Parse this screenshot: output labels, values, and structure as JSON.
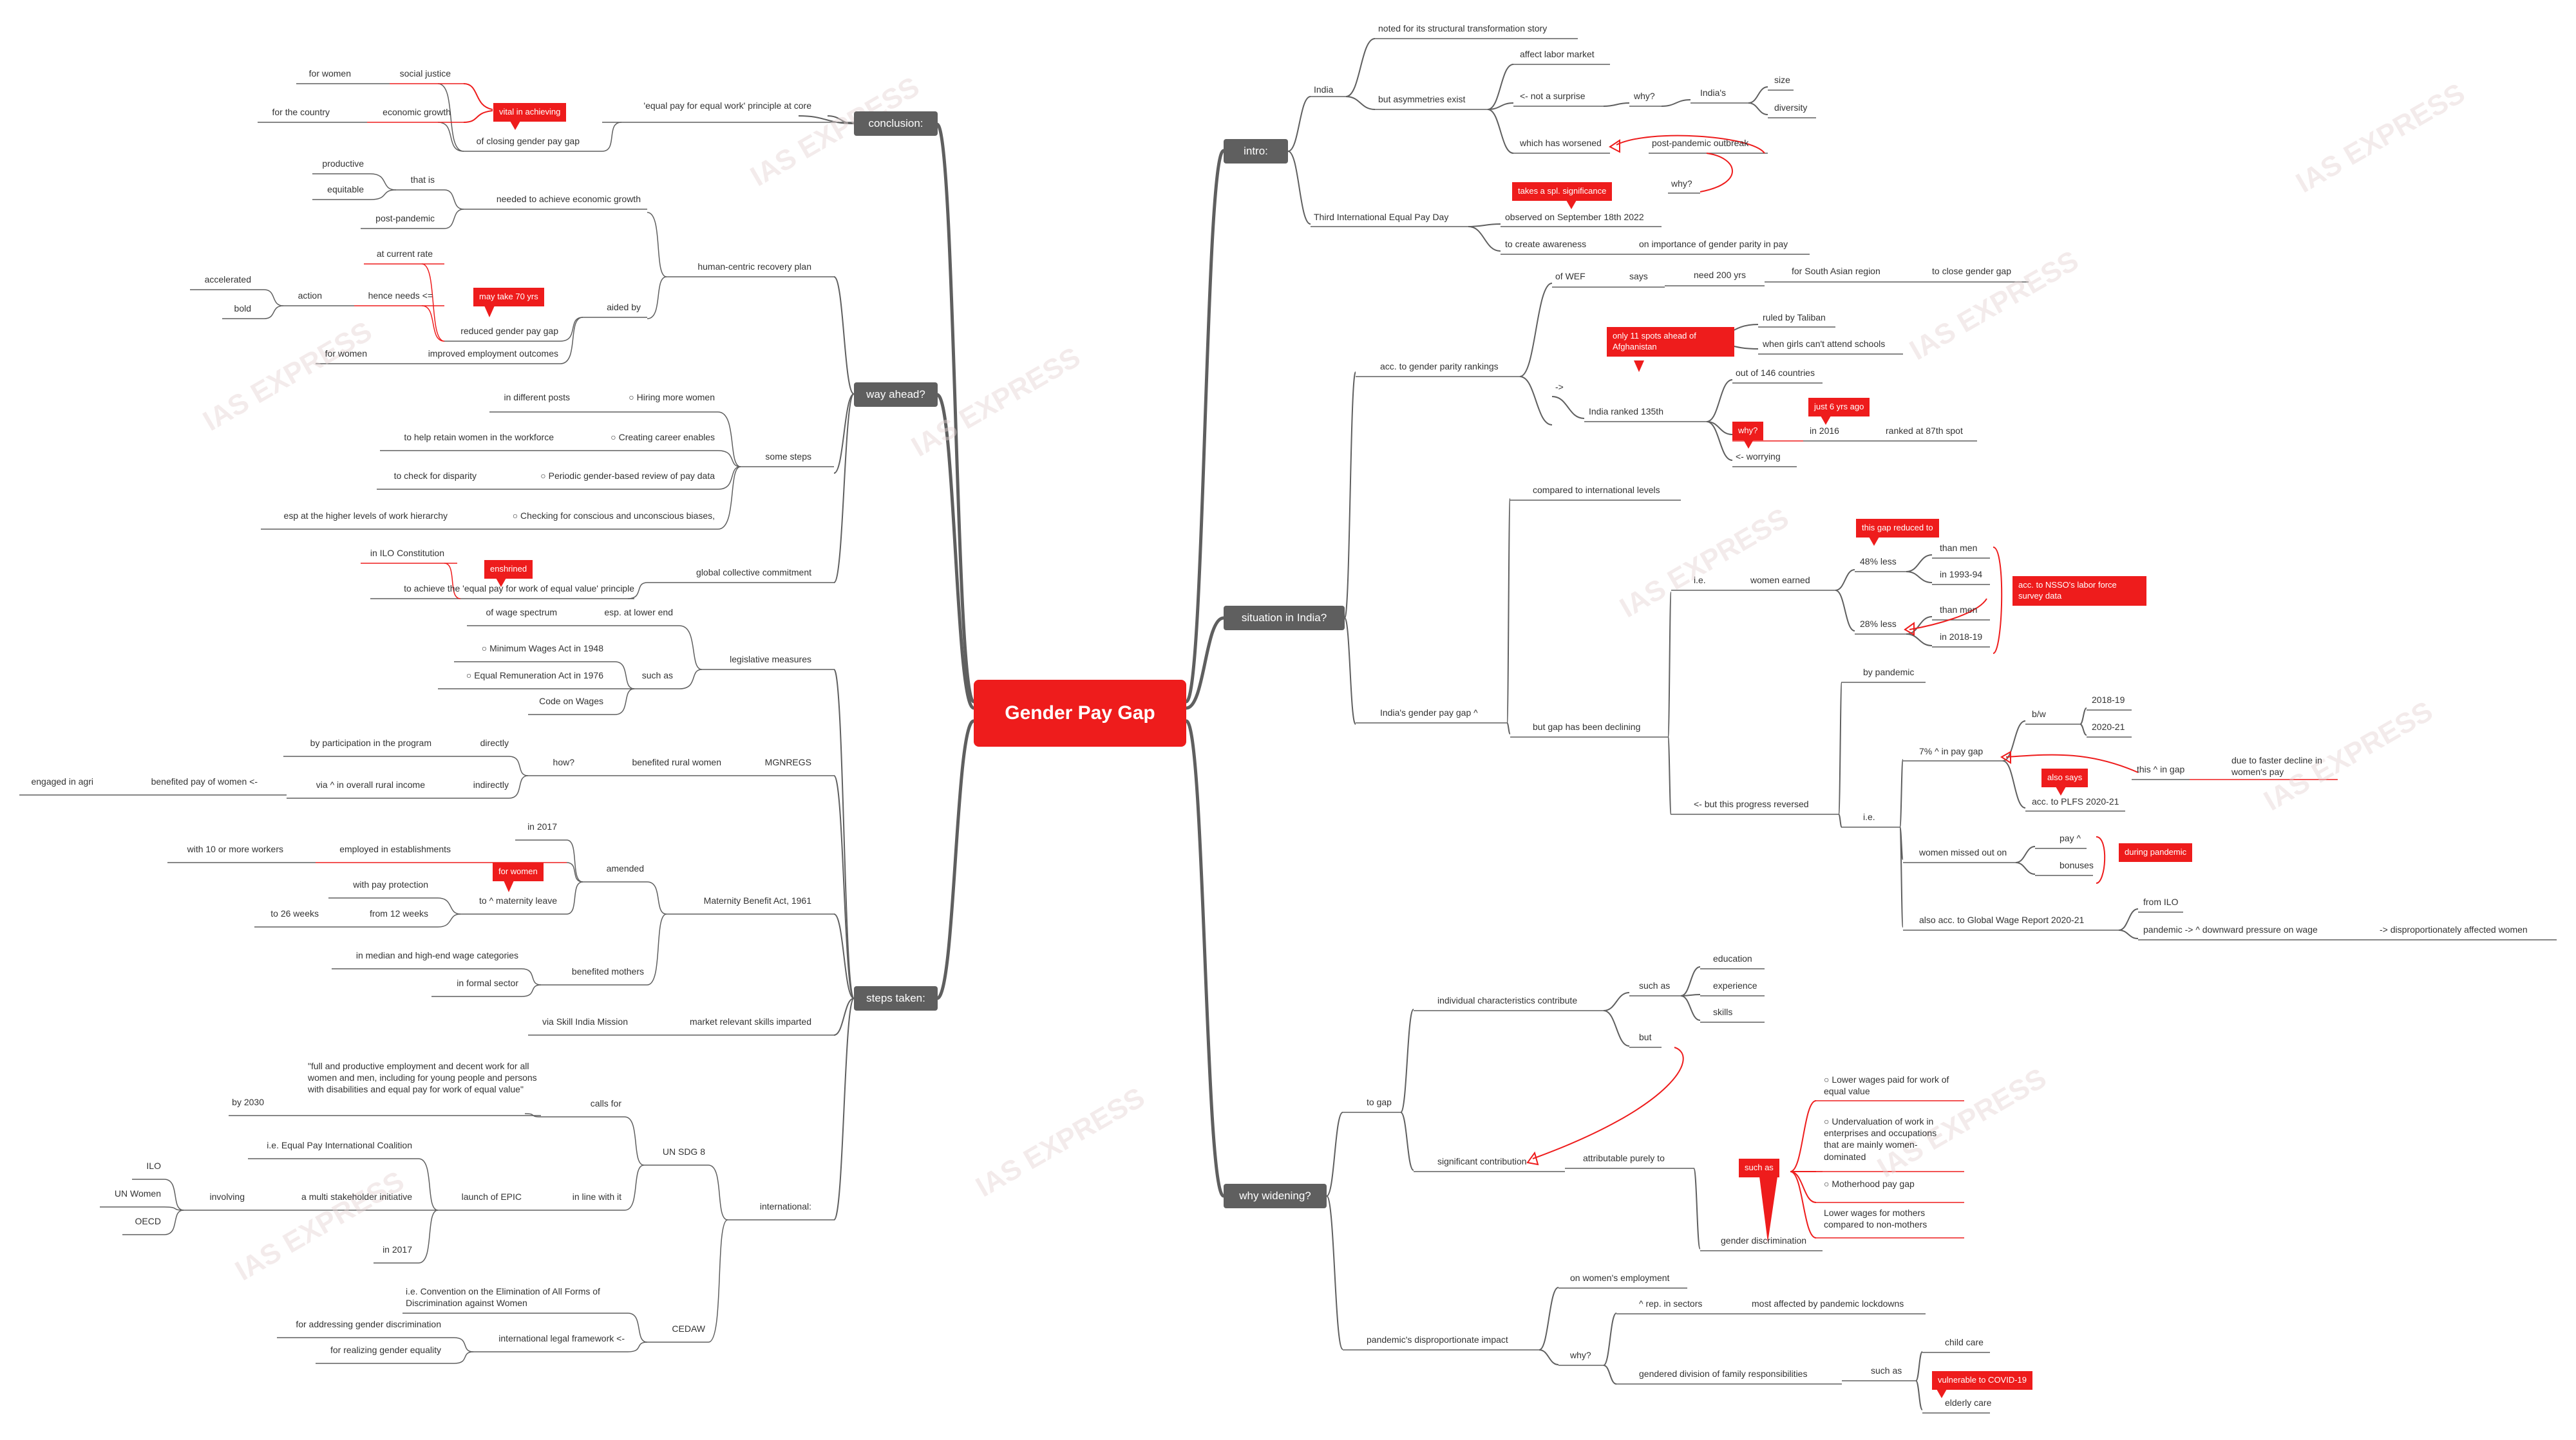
{
  "center": "Gender Pay Gap",
  "watermark": "IAS EXPRESS",
  "colors": {
    "accent": "#ee1c1c",
    "branch": "#5f5f5f",
    "line": "#5f5f5f",
    "red_line": "#ee1c1c"
  },
  "branches": {
    "intro": "intro:",
    "situation": "situation in India?",
    "why": "why widening?",
    "conclusion": "conclusion:",
    "way": "way ahead?",
    "steps": "steps taken:"
  },
  "intro": {
    "india": "India",
    "noted": "noted for its structural transformation story",
    "asym": "but asymmetries exist",
    "affect": "affect labor market",
    "not_surprise": "<- not a surprise",
    "why": "why?",
    "indias": "India's",
    "size": "size",
    "diversity": "diversity",
    "worsened": "which has worsened",
    "post": "post-pandemic outbreak",
    "why2": "why?",
    "spl": "takes a spl. significance",
    "tipd": "Third International Equal Pay Day",
    "observed": "observed on September 18th 2022",
    "awareness": "to create awareness",
    "importance": "on importance of gender parity in pay"
  },
  "situation": {
    "acc": "acc. to gender parity rankings",
    "wef": "of WEF",
    "says": "says",
    "need": "need 200 yrs",
    "south": "for South Asian region",
    "close": "to close gender gap",
    "arrow": "->",
    "afgh": "only 11 spots ahead of Afghanistan",
    "taliban": "ruled by Taliban",
    "school": "when girls can't attend schools",
    "ranked": "India ranked 135th",
    "outof": "out of 146 countries",
    "six": "just 6 yrs ago",
    "in2016": "in 2016",
    "spot87": "ranked at 87th spot",
    "why": "why?",
    "worrying": "<- worrying",
    "gap": "India's gender pay gap ^",
    "compared": "compared to international levels",
    "declining": "but gap has been declining",
    "ie": "i.e.",
    "earned": "women earned",
    "reduced": "this gap reduced to",
    "less48": "48% less",
    "thanmen1": "than men",
    "y1993": "in 1993-94",
    "less28": "28% less",
    "thanmen2": "than men",
    "y2018": "in 2018-19",
    "nsso": "acc. to NSSO's labor force survey data",
    "reversed": "<- but this progress reversed",
    "bypand": "by pandemic",
    "ie2": "i.e.",
    "bw": "b/w",
    "y1819": "2018-19",
    "y2021": "2020-21",
    "pct7": "7% ^ in pay gap",
    "thisgap": "this ^ in gap",
    "faster": "due to faster decline in women's pay",
    "also": "also says",
    "plfs": "acc. to PLFS 2020-21",
    "missed": "women missed out on",
    "pay": "pay ^",
    "bonuses": "bonuses",
    "during": "during pandemic",
    "gwr": "also acc. to Global Wage Report 2020-21",
    "ilo": "from ILO",
    "downward": "pandemic -> ^ downward pressure on wage",
    "disprop": "-> disproportionately affected women"
  },
  "why": {
    "togap": "to gap",
    "indiv": "individual characteristics contribute",
    "suchas": "such as",
    "edu": "education",
    "exp": "experience",
    "skills": "skills",
    "but": "but",
    "sig": "significant contribution",
    "attr": "attributable purely to",
    "suchas2": "such as",
    "w1": "○   Lower wages paid for work of equal value",
    "w2": "○   Undervaluation of work in enterprises and occupations that are mainly women-dominated",
    "w3": "○   Motherhood pay gap",
    "w4": "Lower wages for mothers compared to non-mothers",
    "discrim": "gender discrimination",
    "pand": "pandemic's disproportionate impact",
    "onemp": "on women's employment",
    "why": "why?",
    "rep": "^ rep. in sectors",
    "lock": "most affected by pandemic lockdowns",
    "div": "gendered division of family responsibilities",
    "suchas3": "such as",
    "child": "child care",
    "covid": "vulnerable to COVID-19",
    "elder": "elderly care"
  },
  "conclusion": {
    "principle": "'equal pay for equal work' principle at core",
    "closing": "of closing gender pay gap",
    "vital": "vital in achieving",
    "social": "social justice",
    "forwomen": "for women",
    "econ": "economic growth",
    "country": "for the country"
  },
  "way": {
    "human": "human-centric recovery plan",
    "needed": "needed to achieve economic growth",
    "thatis": "that is",
    "productive": "productive",
    "equitable": "equitable",
    "postp": "post-pandemic",
    "aided": "aided by",
    "rate": "at current rate",
    "needs": "hence needs <=",
    "action": "action",
    "accel": "accelerated",
    "bold": "bold",
    "seventy": "may take 70 yrs",
    "reduced": "reduced gender pay gap",
    "improved": "improved employment outcomes",
    "forwomen": "for women",
    "steps": "some steps",
    "s1": "○   Hiring more women",
    "s1a": "in different posts",
    "s2": "○   Creating career enables",
    "s2a": "to help retain women in the workforce",
    "s3": "○   Periodic gender-based review of pay data",
    "s3a": "to check for disparity",
    "s4": "○   Checking for conscious and unconscious biases,",
    "s4a": "esp at the higher levels of work hierarchy",
    "global": "global collective commitment",
    "toach": "to achieve the 'equal pay for work of equal value' principle",
    "ilo": "in ILO Constitution",
    "enshrined": "enshrined"
  },
  "steps": {
    "leg": "legislative measures",
    "lower": "esp. at lower end",
    "spectrum": "of wage spectrum",
    "suchas": "such as",
    "mwa": "○   Minimum Wages Act in 1948",
    "era": "○   Equal Remuneration Act in 1976",
    "code": "Code on Wages",
    "mgn": "MGNREGS",
    "benrural": "benefited rural women",
    "how": "how?",
    "directly": "directly",
    "part": "by participation in the program",
    "indirectly": "indirectly",
    "income": "via ^ in overall rural income",
    "benpay": "benefited pay of women <-",
    "agri": "engaged in agri",
    "mba": "Maternity Benefit Act, 1961",
    "amended": "amended",
    "in2017": "in 2017",
    "employed": "employed in establishments",
    "ten": "with 10 or more workers",
    "forwomen": "for women",
    "withpay": "with pay protection",
    "mat": "to ^ maternity leave",
    "from12": "from 12 weeks",
    "to26": "to 26 weeks",
    "benmothers": "benefited mothers",
    "median": "in median and high-end wage categories",
    "formal": "in formal sector",
    "market": "market relevant skills imparted",
    "skill": "via Skill India Mission",
    "intl": "international:",
    "sdg": "UN SDG 8",
    "calls": "calls for",
    "quote": "\"full and productive employment and decent work for all women and men, including for young people and persons with disabilities and equal pay for work of equal value\"",
    "by2030": "by 2030",
    "inline": "in line with it",
    "epic": "launch of EPIC",
    "epc": "i.e. Equal Pay International Coalition",
    "multi": "a multi stakeholder initiative",
    "involving": "involving",
    "ilo": "ILO",
    "unw": "UN Women",
    "oecd": "OECD",
    "in2017b": "in 2017",
    "cedaw": "CEDAW",
    "conv": "i.e. Convention on the Elimination of All Forms of Discrimination against Women",
    "ilf": "international legal framework <-",
    "addr": "for addressing gender discrimination",
    "realize": "for realizing gender equality"
  }
}
